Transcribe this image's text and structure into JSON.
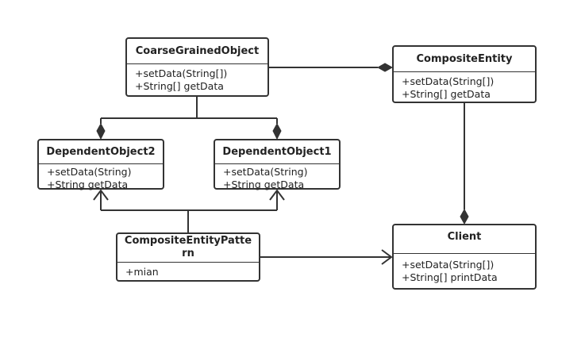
{
  "classes": {
    "coarse_grained_object": {
      "name": "CoarseGrainedObject",
      "members": [
        "+setData(String[])",
        "+String[] getData"
      ]
    },
    "composite_entity": {
      "name": "CompositeEntity",
      "members": [
        "+setData(String[])",
        "+String[] getData"
      ]
    },
    "dependent_object2": {
      "name": "DependentObject2",
      "members": [
        "+setData(String)",
        "+String getData"
      ]
    },
    "dependent_object1": {
      "name": "DependentObject1",
      "members": [
        "+setData(String)",
        "+String getData"
      ]
    },
    "composite_entity_pattern": {
      "name": "CompositeEntityPatte\nrn",
      "members": [
        "+mian"
      ]
    },
    "client": {
      "name": "Client",
      "members": [
        "+setData(String[])",
        "+String[] printData"
      ]
    }
  },
  "colors": {
    "line": "#333333",
    "background": "#ffffff"
  }
}
